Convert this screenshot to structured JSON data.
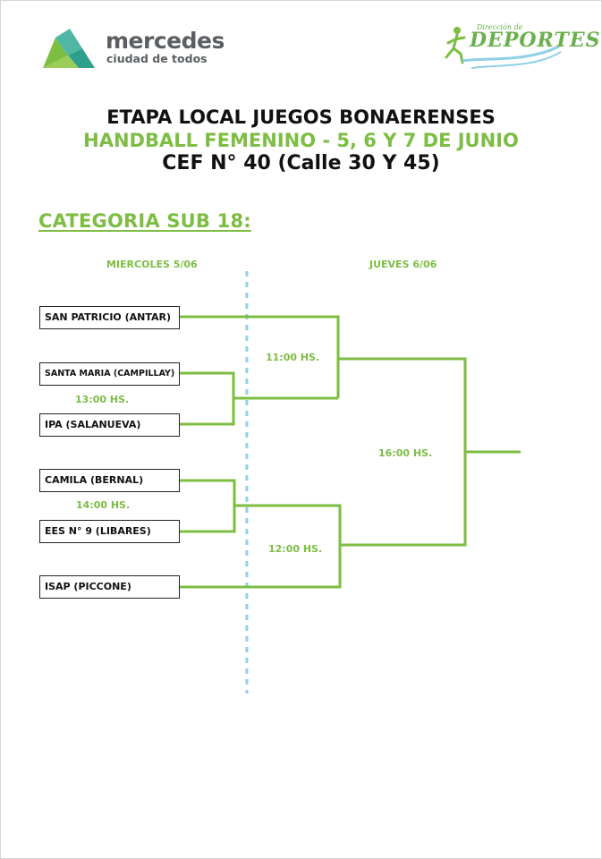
{
  "header": {
    "brand_name": "mercedes",
    "brand_tagline": "ciudad de todos",
    "partner_logo_small": "Dirección de",
    "partner_logo_big": "DEPORTES",
    "title_line1": "ETAPA LOCAL JUEGOS BONAERENSES",
    "title_line2": "HANDBALL FEMENINO - 5, 6 Y 7 DE JUNIO",
    "title_line3": "CEF N° 40 (Calle 30 Y 45)"
  },
  "category": "CATEGORIA SUB 18:",
  "days": {
    "day1": "MIERCOLES 5/06",
    "day2": "JUEVES 6/06"
  },
  "teams": [
    "SAN PATRICIO (ANTAR)",
    "SANTA MARIA (CAMPILLAY)",
    "IPA (SALANUEVA)",
    "CAMILA (BERNAL)",
    "EES N° 9 (LIBARES)",
    "ISAP (PICCONE)"
  ],
  "times": {
    "match_a": "13:00 HS.",
    "match_b": "14:00 HS.",
    "semi_1": "11:00 HS.",
    "semi_2": "12:00 HS.",
    "final": "16:00 HS."
  },
  "colors": {
    "green": "#7cbd42",
    "divider": "#8fd0e6",
    "box_border": "#222222"
  }
}
